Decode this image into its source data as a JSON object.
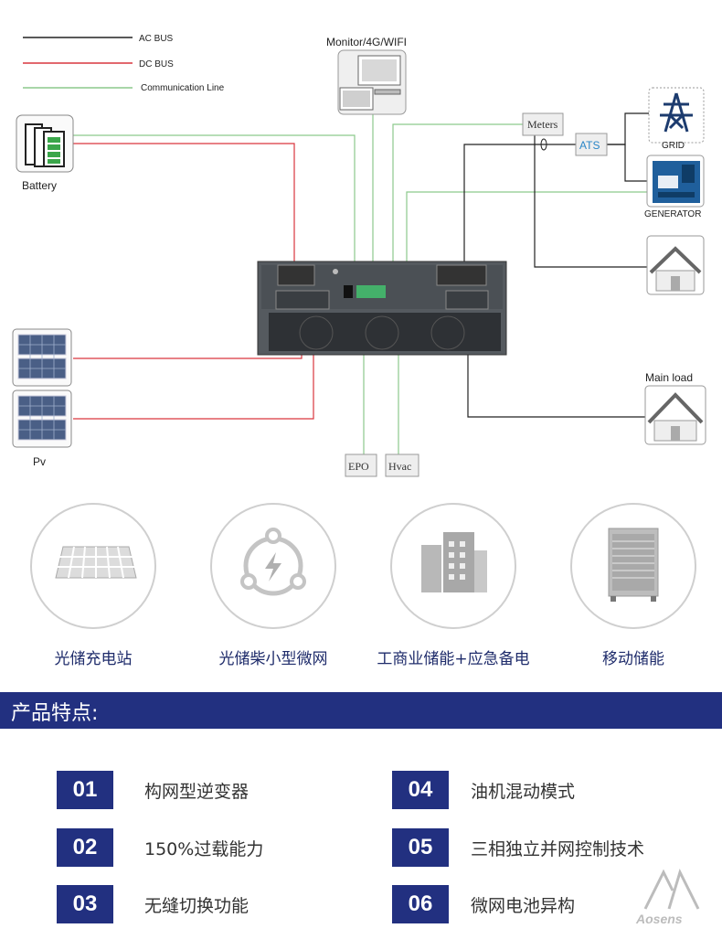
{
  "legend": {
    "ac_bus": "AC BUS",
    "dc_bus": "DC BUS",
    "comm_line": "Communication Line"
  },
  "colors": {
    "ac_bus": "#222222",
    "dc_bus": "#d9363e",
    "comm_line": "#8cc98c",
    "accent_navy": "#223080",
    "ats_blue": "#2a86c7"
  },
  "nodes": {
    "monitor": "Monitor/4G/WIFI",
    "battery": "Battery",
    "pv": "Pv",
    "meters": "Meters",
    "ats": "ATS",
    "grid": "GRID",
    "generator": "GENERATOR",
    "load": "Load",
    "main_load": "Main load",
    "epo": "EPO",
    "hvac": "Hvac"
  },
  "applications": [
    {
      "label": "光储充电站",
      "icon": "solar-panel-icon"
    },
    {
      "label": "光储柴小型微网",
      "icon": "energy-cycle-icon"
    },
    {
      "label": "工商业储能+应急备电",
      "icon": "buildings-icon"
    },
    {
      "label": "移动储能",
      "icon": "cabinet-icon"
    }
  ],
  "features_title": "产品特点:",
  "features": [
    {
      "num": "01",
      "text": "构网型逆变器"
    },
    {
      "num": "02",
      "text": "150%过载能力"
    },
    {
      "num": "03",
      "text": "无缝切换功能"
    },
    {
      "num": "04",
      "text": "油机混动模式"
    },
    {
      "num": "05",
      "text": "三相独立并网控制技术"
    },
    {
      "num": "06",
      "text": "微网电池异构"
    }
  ],
  "brand": "Aosens"
}
